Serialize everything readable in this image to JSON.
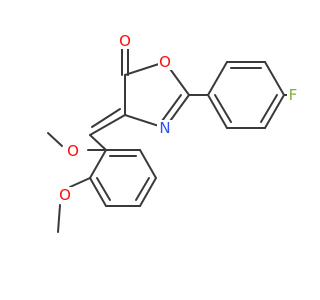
{
  "molecule": {
    "atoms": {
      "carbonyl_oxygen": {
        "symbol": "O",
        "color": "#ff0d0d"
      },
      "ring_oxygen": {
        "symbol": "O",
        "color": "#ff0d0d"
      },
      "ring_nitrogen": {
        "symbol": "N",
        "color": "#3050f8"
      },
      "fluorine": {
        "symbol": "F",
        "color": "#7fb233"
      },
      "methoxy_oxygen_1": {
        "symbol": "O",
        "color": "#ff0d0d"
      },
      "methoxy_oxygen_2": {
        "symbol": "O",
        "color": "#ff0d0d"
      }
    },
    "bond_color": "#3a3a3a"
  }
}
